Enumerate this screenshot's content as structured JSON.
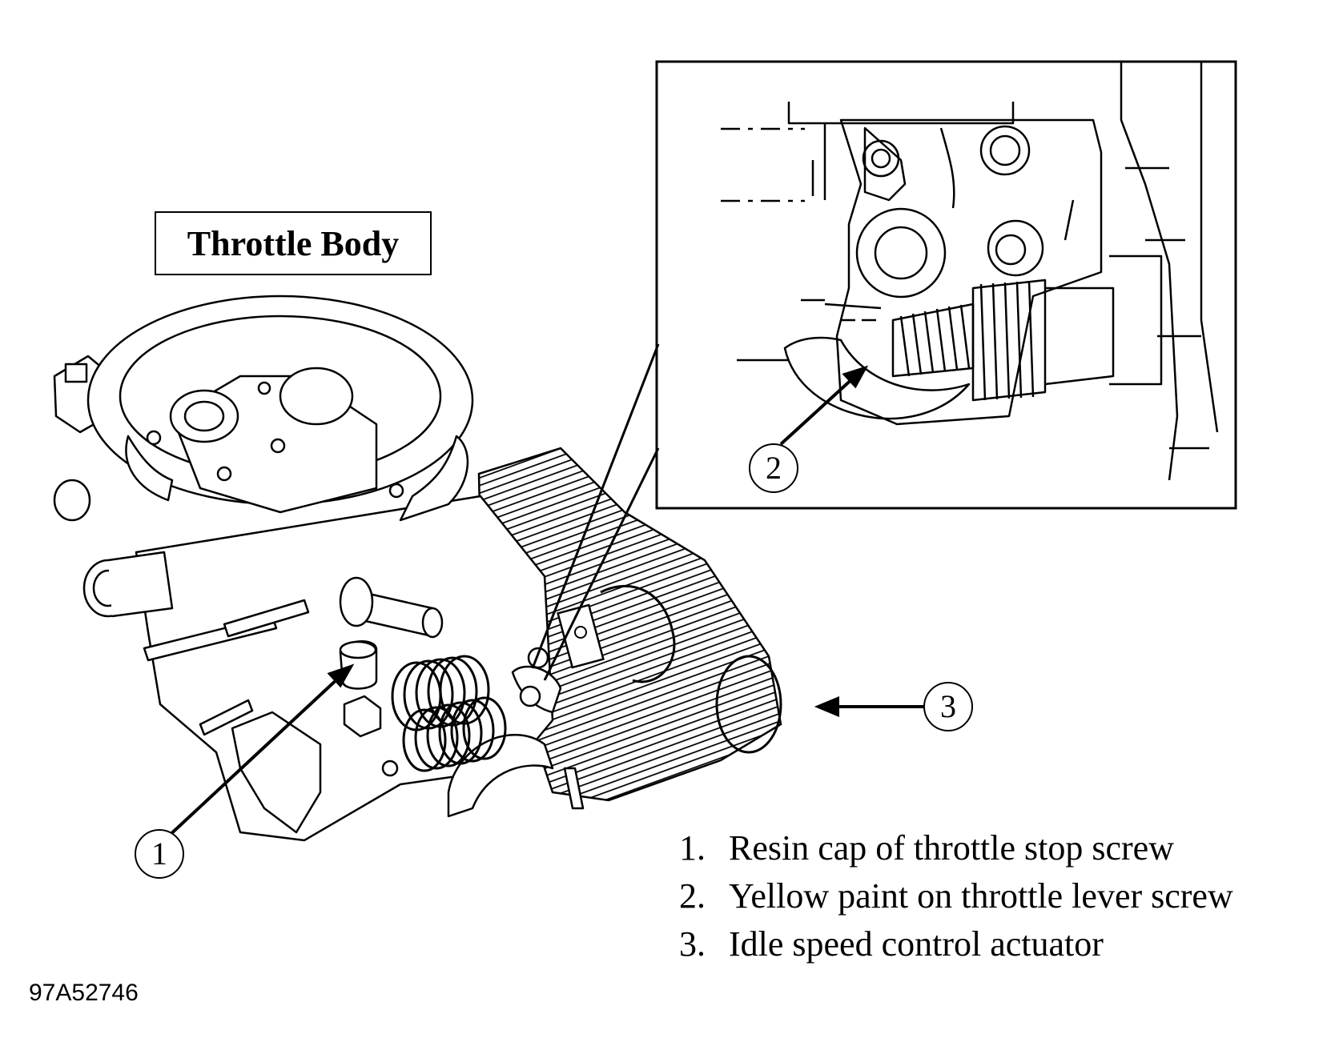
{
  "diagram": {
    "title": "Throttle Body",
    "callouts": [
      {
        "id": "1",
        "label": "1"
      },
      {
        "id": "2",
        "label": "2"
      },
      {
        "id": "3",
        "label": "3"
      }
    ],
    "legend": [
      {
        "number": "1.",
        "text": "Resin cap of throttle stop screw"
      },
      {
        "number": "2.",
        "text": "Yellow paint on throttle lever screw"
      },
      {
        "number": "3.",
        "text": "Idle speed control actuator"
      }
    ],
    "figure_id": "97A52746"
  }
}
